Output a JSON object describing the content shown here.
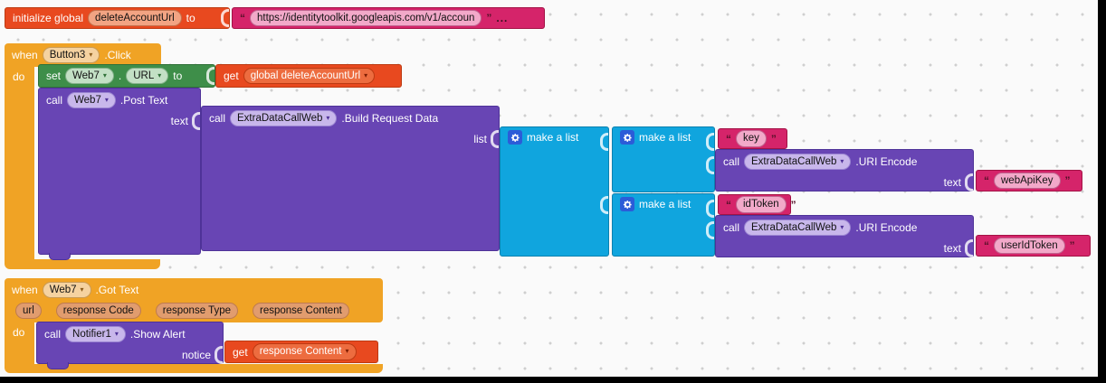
{
  "colors": {
    "event": "#F0A325",
    "event_border": "#C8821A",
    "variable": "#E8491F",
    "variable_border": "#BC3A12",
    "setter": "#3E8E49",
    "setter_border": "#2F7038",
    "method": "#6845B4",
    "method_border": "#4E3298",
    "list": "#10A5DE",
    "list_border": "#0C81AF",
    "text": "#D5246A",
    "text_border": "#A31245",
    "gear": "#2B5CD8",
    "canvas": "#FAFAFA",
    "grid_dot": "#CFCFCF"
  },
  "blocks": {
    "init": {
      "keyword": "initialize global",
      "name": "deleteAccountUrl",
      "to": "to"
    },
    "init_value": {
      "value": "https://identitytoolkit.googleapis.com/v1/accoun",
      "truncation": "..."
    },
    "when_click": {
      "when": "when",
      "component": "Button3",
      "event": ".Click",
      "do_label": "do"
    },
    "set_url": {
      "set": "set",
      "component": "Web7",
      "dot": ".",
      "property": "URL",
      "to": "to"
    },
    "get_url": {
      "get": "get",
      "variable": "global deleteAccountUrl"
    },
    "post_text": {
      "call": "call",
      "component": "Web7",
      "method": ".Post Text",
      "arg": "text"
    },
    "build_data": {
      "call": "call",
      "component": "ExtraDataCallWeb",
      "method": ".Build Request Data",
      "arg": "list"
    },
    "list_outer": {
      "label": "make a list"
    },
    "list_inner1": {
      "label": "make a list"
    },
    "list_inner2": {
      "label": "make a list"
    },
    "text_key": {
      "value": "key"
    },
    "uri_encode1": {
      "call": "call",
      "component": "ExtraDataCallWeb",
      "method": ".URI Encode",
      "arg": "text"
    },
    "text_webapikey": {
      "value": "webApiKey"
    },
    "text_idtoken": {
      "value": "idToken"
    },
    "uri_encode2": {
      "call": "call",
      "component": "ExtraDataCallWeb",
      "method": ".URI Encode",
      "arg": "text"
    },
    "text_useridtoken": {
      "value": "userIdToken"
    },
    "when_gottext": {
      "when": "when",
      "component": "Web7",
      "event": ".Got Text",
      "params": [
        "url",
        "response Code",
        "response Type",
        "response Content"
      ],
      "do_label": "do"
    },
    "show_alert": {
      "call": "call",
      "component": "Notifier1",
      "method": ".Show Alert",
      "arg": "notice"
    },
    "get_response": {
      "get": "get",
      "variable": "response Content"
    }
  }
}
